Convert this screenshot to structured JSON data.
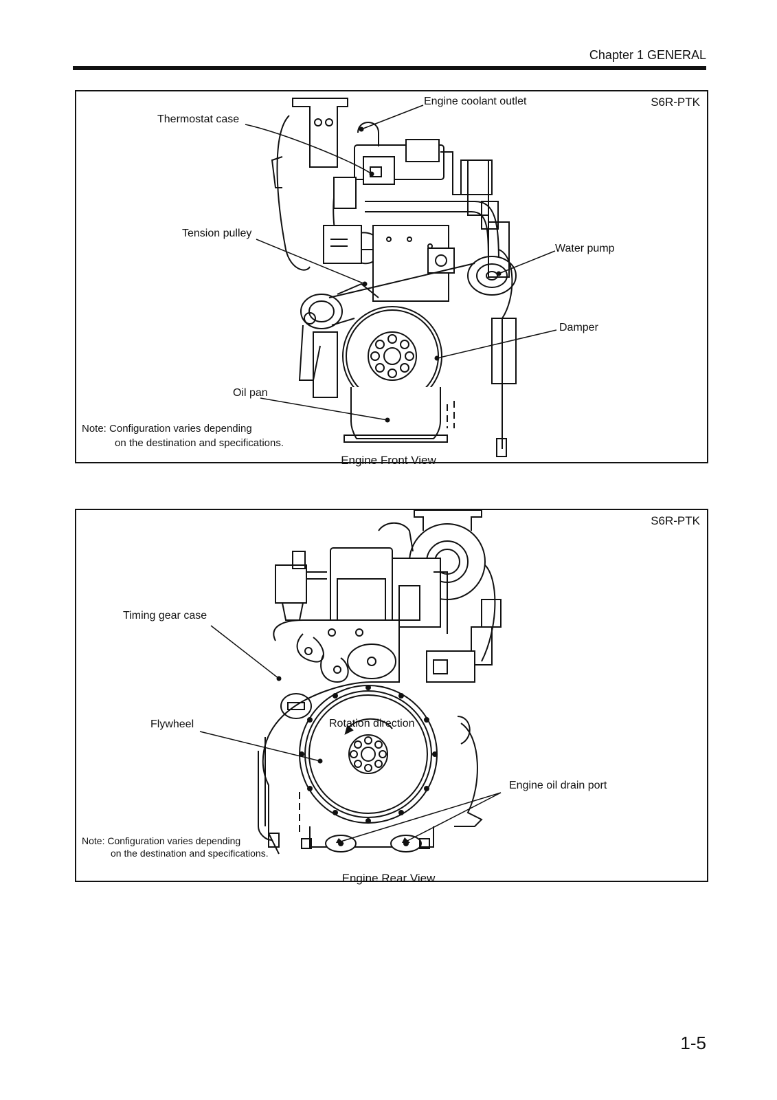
{
  "header": {
    "chapter": "Chapter 1  GENERAL"
  },
  "front_view": {
    "model": "S6R-PTK",
    "labels": {
      "coolant_outlet": "Engine coolant outlet",
      "thermostat_case": "Thermostat case",
      "tension_pulley": "Tension pulley",
      "water_pump": "Water pump",
      "damper": "Damper",
      "oil_pan": "Oil pan"
    },
    "note_line1": "Note: Configuration varies depending",
    "note_line2": "on the destination and specifications.",
    "caption": "Engine Front View"
  },
  "rear_view": {
    "model": "S6R-PTK",
    "labels": {
      "timing_gear_case": "Timing gear case",
      "flywheel": "Flywheel",
      "rotation_direction": "Rotation direction",
      "oil_drain_port": "Engine oil drain port"
    },
    "note_line1": "Note: Configuration varies depending",
    "note_line2": "on the destination and specifications.",
    "caption": "Engine Rear View"
  },
  "footer": {
    "page_number": "1-5"
  }
}
